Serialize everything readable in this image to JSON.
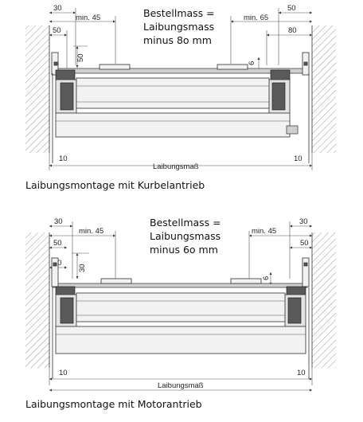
{
  "diagrams": [
    {
      "note_lines": [
        "Bestellmass =",
        "Laibungsmass",
        "minus 8o mm"
      ],
      "dims": {
        "left_top": "30",
        "left_min": "min. 45",
        "left_second": "50",
        "left_vertical": "50",
        "right_min": "min. 65",
        "right_top": "50",
        "right_second": "80",
        "right_vertical": "6",
        "bottom_left": "10",
        "bottom_right": "10",
        "bottom_center": "Laibungsmaß"
      },
      "caption": "Laibungsmontage mit Kurbelantrieb"
    },
    {
      "note_lines": [
        "Bestellmass =",
        "Laibungsmass",
        "minus 6o mm"
      ],
      "dims": {
        "left_top": "30",
        "left_min": "min. 45",
        "left_second": "50",
        "left_vertical": "50",
        "left_vertical2": "30",
        "right_min": "min. 45",
        "right_top": "30",
        "right_second": "50",
        "right_vertical": "6",
        "bottom_left": "10",
        "bottom_right": "10",
        "bottom_center": "Laibungsmaß"
      },
      "caption": "Laibungsmontage mit Motorantrieb"
    }
  ]
}
